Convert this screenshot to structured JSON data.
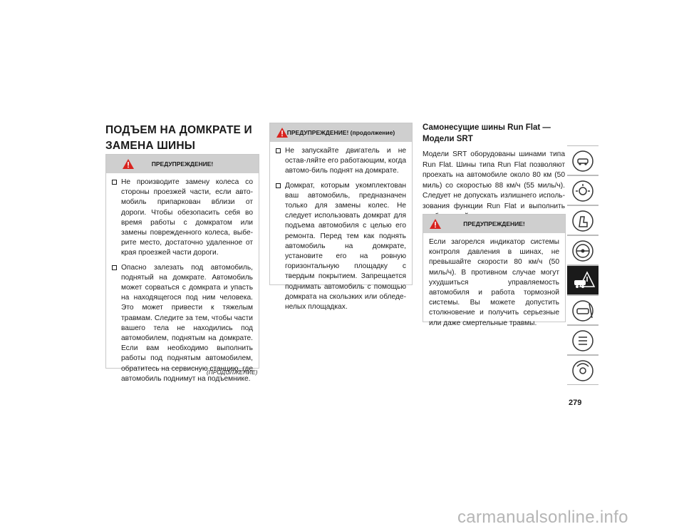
{
  "left_column": {
    "title": "ПОДЪЕМ НА ДОМКРАТЕ И ЗАМЕНА ШИНЫ",
    "warning": {
      "heading": "ПРЕДУПРЕЖДЕНИЕ!",
      "items": [
        "Не производите замену колеса со стороны проезжей части, если авто-мобиль припаркован вблизи от дороги. Чтобы обезопасить себя во время работы с домкратом или замены поврежденного колеса, выбе-рите место, достаточно удаленное от края проезжей части дороги.",
        "Опасно залезать под автомобиль, поднятый на домкрате. Автомобиль может сорваться с домкрата и упасть на находящегося под ним человека. Это может привести к тяжелым травмам. Следите за тем, чтобы части вашего тела не находились под автомобилем, поднятым на домкрате. Если вам необходимо выполнить работы под поднятым автомобилем, обратитесь на сервисную станцию, где автомобиль поднимут на подъемнике."
      ]
    },
    "continued": "(ПРОДОЛЖЕНИЕ)"
  },
  "middle_column": {
    "warning": {
      "heading": "ПРЕДУПРЕЖДЕНИЕ! (продолжение)",
      "items": [
        "Не запускайте двигатель и не остав-ляйте его работающим, когда автомо-биль поднят на домкрате.",
        "Домкрат, которым укомплектован ваш автомобиль, предназначен только для замены колес. Не следует использовать домкрат для подъема автомобиля с целью его ремонта. Перед тем как поднять автомобиль на домкрате, установите его на ровную горизонтальную площадку с твердым покрытием. Запрещается поднимать автомобиль с помощью домкрата на скользких или обледе-нелых площадках."
      ]
    }
  },
  "right_column": {
    "subtitle": "Самонесущие шины Run Flat — Модели SRT",
    "paragraph": "Модели SRT оборудованы шинами типа Run Flat. Шины типа Run Flat позволяют проехать на автомобиле около 80 км (50 миль) со скоростью 88 км/ч (55 миль/ч). Следует не допускать излишнего исполь-зования функции Run Flat и выполнить необходимый ремонт шин.",
    "warning": {
      "heading": "ПРЕДУПРЕЖДЕНИЕ!",
      "text": "Если загорелся индикатор системы контроля давления в шинах, не превышайте скорости 80 км/ч (50 миль/ч). В противном случае могут ухудшиться управляемость автомобиля и работа тормозной системы. Вы можете допустить столкновение и получить серьезные или даже смертельные травмы."
    }
  },
  "page_number": "279",
  "sidebar_icons": [
    "car-info-icon",
    "dashboard-lights-icon",
    "seat-safety-icon",
    "steering-wheel-icon",
    "roadside-emergency-icon",
    "car-service-icon",
    "specifications-list-icon",
    "multimedia-icon",
    "search-index-icon",
    "language-icon"
  ],
  "footer": "carmanualsonline.info",
  "colors": {
    "warning_header_bg": "#cfcfcf",
    "warning_triangle": "#d9231e",
    "active_tab": "#1a1a1a"
  }
}
